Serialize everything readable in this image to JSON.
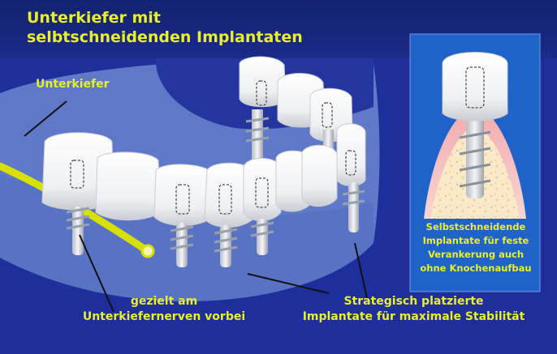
{
  "title": "Unterkiefer mit\nselbtschneidenden Implantaten",
  "labels": {
    "jaw": "Unterkiefer",
    "nerve_line1": "gezielt am",
    "nerve_line2": "Unterkiefernerven vorbei",
    "strategic_line1": "Strategisch platzierte",
    "strategic_line2": "Implantate für maximale Stabilität"
  },
  "inset": {
    "caption_lines": [
      "Selbstschneidende",
      "Implantate für feste",
      "Verankerung auch",
      "ohne Knochenaufbau"
    ]
  },
  "colors": {
    "background": "#1e2f9b",
    "jaw": "#5f78c8",
    "label": "#e7ef2e",
    "nerve": "#d8e000",
    "inset_bg": "#1f62c8"
  }
}
